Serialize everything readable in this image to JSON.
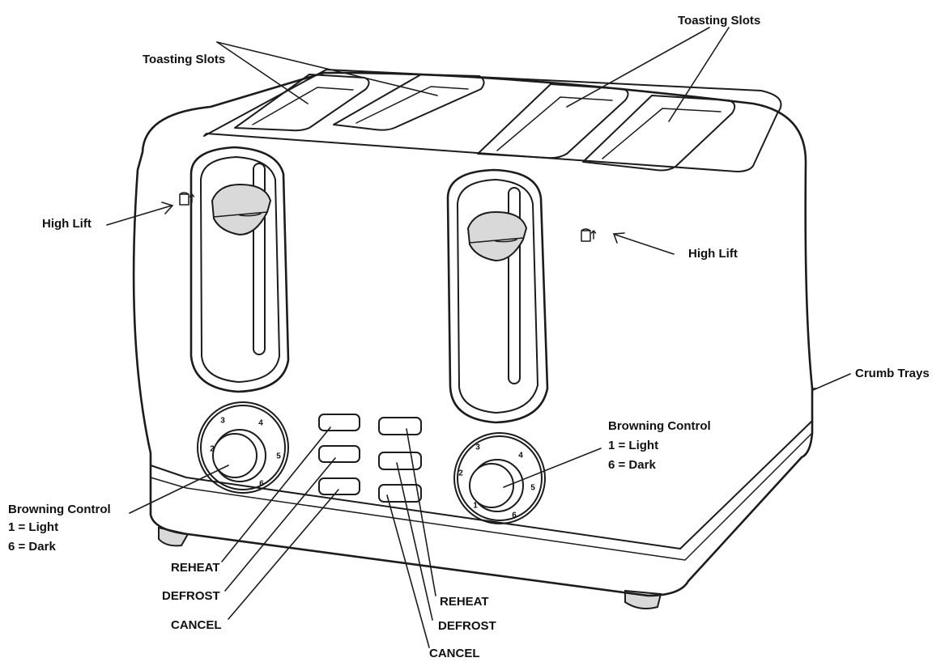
{
  "labels": {
    "toasting_slots_left": "Toasting Slots",
    "toasting_slots_right": "Toasting Slots",
    "high_lift_left": "High Lift",
    "high_lift_right": "High Lift",
    "crumb_trays": "Crumb Trays",
    "browning_left": {
      "title": "Browning Control",
      "line1": "1 = Light",
      "line2": "6 = Dark"
    },
    "browning_right": {
      "title": "Browning Control",
      "line1": "1 = Light",
      "line2": "6 = Dark"
    },
    "buttons_left": [
      "REHEAT",
      "DEFROST",
      "CANCEL"
    ],
    "buttons_right": [
      "REHEAT",
      "DEFROST",
      "CANCEL"
    ]
  },
  "dial_left": {
    "numbers": [
      "2",
      "3",
      "4",
      "5",
      "6"
    ]
  },
  "dial_right": {
    "numbers": [
      "1",
      "2",
      "3",
      "4",
      "5",
      "6"
    ]
  },
  "icons": {
    "high_lift": "bread-lift-icon"
  }
}
